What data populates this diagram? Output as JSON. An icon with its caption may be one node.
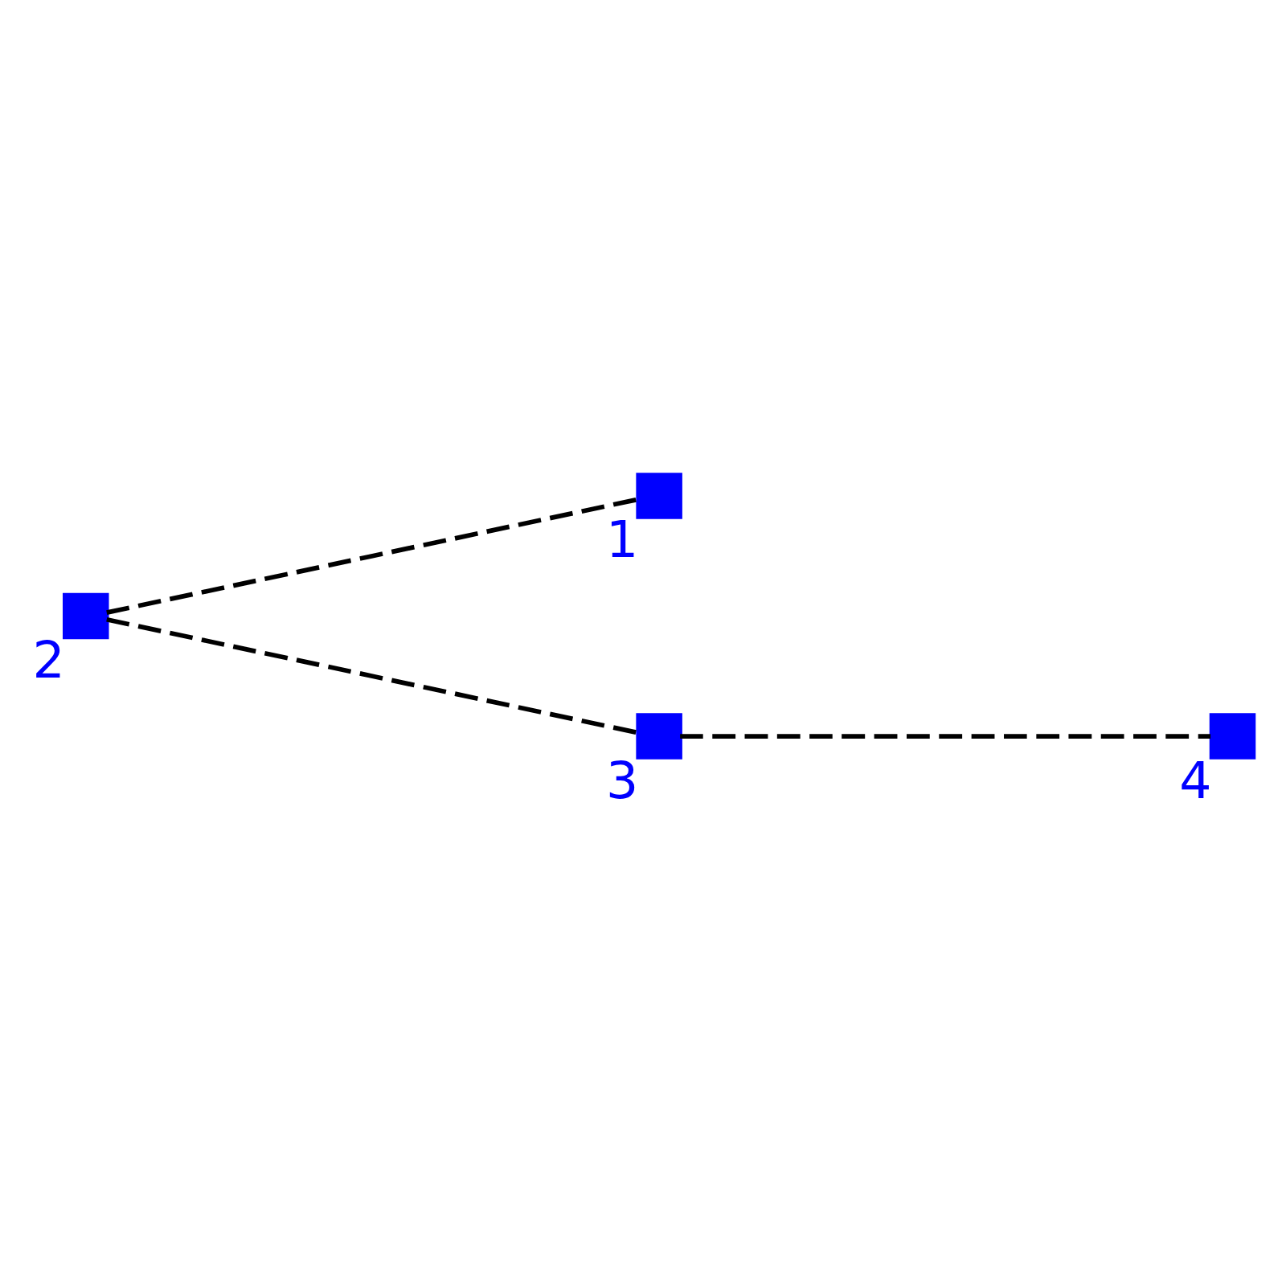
{
  "diagram": {
    "nodes": [
      {
        "text": [],
        "shape": "box",
        "beside": [
          "1"
        ]
      },
      {
        "text": [],
        "shape": "box",
        "beside": [
          "2"
        ]
      },
      {
        "text": [],
        "shape": "box",
        "beside": [
          "3"
        ]
      },
      {
        "text": [],
        "shape": "box",
        "beside": [
          "4"
        ]
      }
    ],
    "edges": [
      {
        "from": 1,
        "to": 0,
        "arrow": "none",
        "style": "dashed"
      },
      {
        "from": 1,
        "to": 2,
        "arrow": "none",
        "style": "dashed"
      },
      {
        "from": 2,
        "to": 3,
        "arrow": "none",
        "style": "dashed"
      }
    ]
  }
}
